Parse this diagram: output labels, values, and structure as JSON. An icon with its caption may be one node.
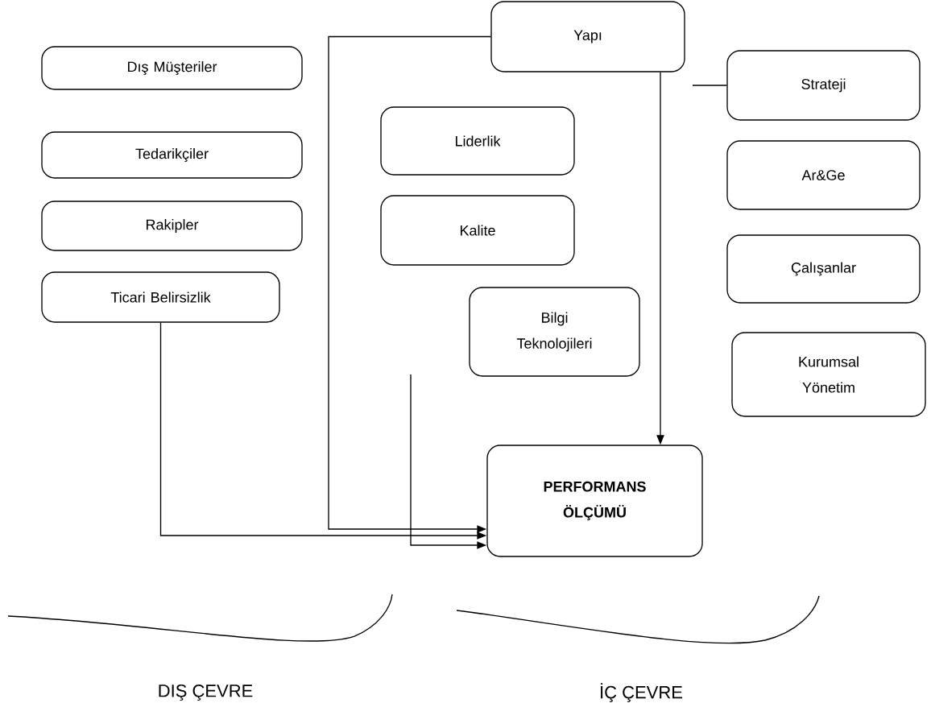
{
  "diagram": {
    "nodes": [
      {
        "text": [
          "Dış Müşteriler"
        ]
      },
      {
        "text": [
          "Tedarikçiler"
        ]
      },
      {
        "text": [
          "Rakipler"
        ]
      },
      {
        "text": [
          "Ticari Belirsizlik"
        ]
      },
      {
        "text": [
          "Yapı"
        ]
      },
      {
        "text": [
          "Liderlik"
        ]
      },
      {
        "text": [
          "Kalite"
        ]
      },
      {
        "text": [
          "Bilgi Teknolojileri"
        ]
      },
      {
        "text": [
          "Strateji"
        ]
      },
      {
        "text": [
          "Ar&Ge"
        ]
      },
      {
        "text": [
          "Çalışanlar"
        ]
      },
      {
        "text": [
          "Kurumsal Yönetim"
        ]
      },
      {
        "text": [
          "PERFORMANS ÖLÇÜMÜ"
        ]
      }
    ],
    "edges": [
      {
        "from": 3,
        "to": 12,
        "arrow": "to"
      },
      {
        "from": 4,
        "to": 12,
        "arrow": "to"
      },
      {
        "from": null,
        "to": 12,
        "arrow": "to"
      },
      {
        "from": 4,
        "to": 12,
        "arrow": "to"
      },
      {
        "from": 8,
        "to": null,
        "arrow": "none"
      }
    ],
    "labels": [
      "DIŞ ÇEVRE",
      "İÇ ÇEVRE"
    ]
  }
}
